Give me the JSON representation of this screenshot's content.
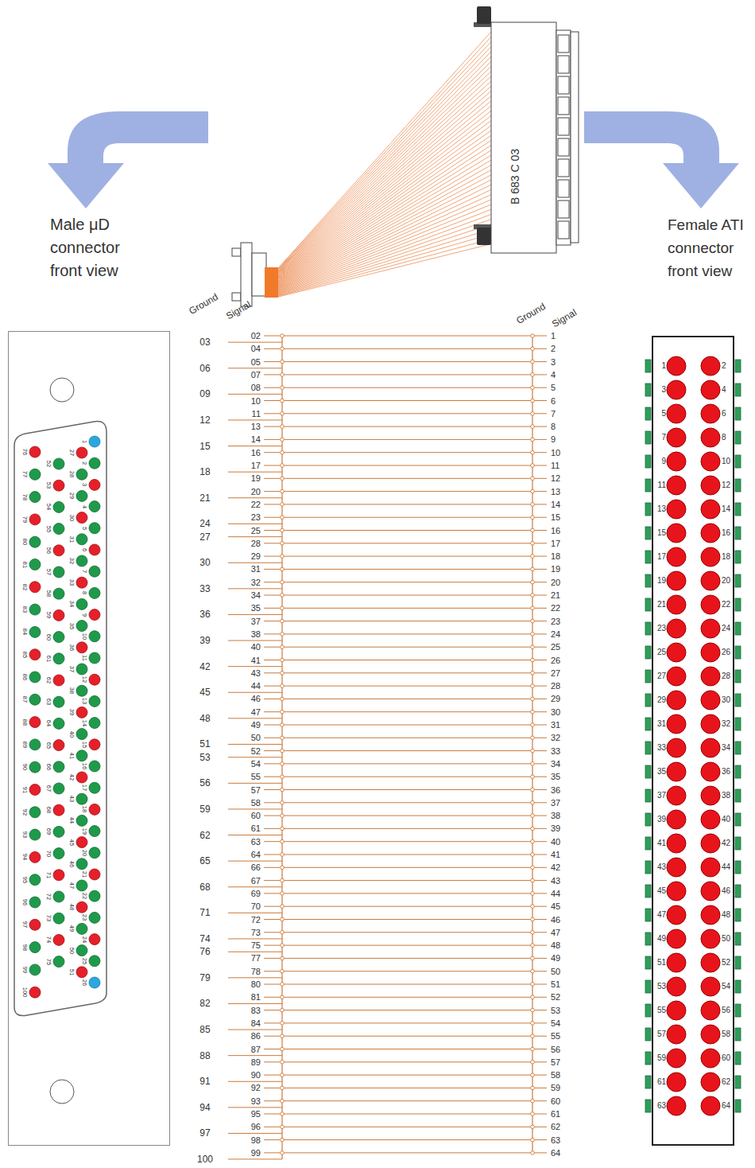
{
  "diagram": {
    "nodes": [
      {
        "text": [
          "1",
          "2",
          "3",
          "4",
          "5",
          "6",
          "7",
          "8",
          "9",
          "10",
          "11",
          "12",
          "13",
          "14",
          "15",
          "16",
          "17",
          "18",
          "19",
          "20",
          "21",
          "22",
          "23",
          "24",
          "25",
          "26",
          "27",
          "28",
          "29",
          "30",
          "31",
          "32",
          "33",
          "34",
          "35",
          "36",
          "37",
          "38",
          "39",
          "40",
          "41",
          "42",
          "43",
          "44",
          "45",
          "46",
          "47",
          "48",
          "49",
          "50",
          "51",
          "52",
          "53",
          "54",
          "55",
          "56",
          "57",
          "58",
          "59",
          "60",
          "61",
          "62",
          "63",
          "64",
          "65",
          "66",
          "67",
          "68",
          "69",
          "70",
          "71",
          "72",
          "73",
          "74",
          "75",
          "76",
          "77",
          "78",
          "79",
          "80",
          "81",
          "82",
          "83",
          "84",
          "85",
          "86",
          "87",
          "88",
          "89",
          "90",
          "91",
          "92",
          "93",
          "94",
          "95",
          "96",
          "97",
          "98",
          "99",
          "100"
        ]
      },
      {
        "text": [
          "1",
          "2",
          "3",
          "4",
          "5",
          "6",
          "7",
          "8",
          "9",
          "10",
          "11",
          "12",
          "13",
          "14",
          "15",
          "16",
          "17",
          "18",
          "19",
          "20",
          "21",
          "22",
          "23",
          "24",
          "25",
          "26",
          "27",
          "28",
          "29",
          "30",
          "31",
          "32",
          "33",
          "34",
          "35",
          "36",
          "37",
          "38",
          "39",
          "40",
          "41",
          "42",
          "43",
          "44",
          "45",
          "46",
          "47",
          "48",
          "49",
          "50",
          "51",
          "52",
          "53",
          "54",
          "55",
          "56",
          "57",
          "58",
          "59",
          "60",
          "61",
          "62",
          "63",
          "64"
        ]
      }
    ],
    "labels": [
      "Male μD connector front view",
      "Female ATI connector front view",
      "Ground",
      "Signal",
      "Ground",
      "Signal",
      "B 683 C 03",
      "03",
      "06",
      "09",
      "12",
      "15",
      "18",
      "21",
      "24",
      "27",
      "30",
      "33",
      "36",
      "39",
      "42",
      "45",
      "48",
      "51",
      "53",
      "56",
      "59",
      "62",
      "65",
      "68",
      "71",
      "74",
      "76",
      "79",
      "82",
      "85",
      "88",
      "91",
      "94",
      "97",
      "100",
      "02",
      "04",
      "05",
      "07",
      "08",
      "10",
      "11",
      "13",
      "14",
      "16",
      "17",
      "19",
      "20",
      "22",
      "23",
      "25",
      "28",
      "29",
      "31",
      "32",
      "34",
      "35",
      "37",
      "38",
      "40",
      "41",
      "43",
      "44",
      "46",
      "47",
      "49",
      "50",
      "52",
      "54",
      "55",
      "57",
      "58",
      "60",
      "61",
      "63",
      "64",
      "66",
      "67",
      "69",
      "70",
      "72",
      "73",
      "75",
      "77",
      "78",
      "80",
      "81",
      "83",
      "84",
      "86",
      "87",
      "89",
      "90",
      "92",
      "93",
      "95",
      "96",
      "98",
      "99",
      "1",
      "2",
      "3",
      "4",
      "5",
      "6",
      "7",
      "8",
      "9",
      "10",
      "11",
      "12",
      "13",
      "14",
      "15",
      "16",
      "17",
      "18",
      "19",
      "20",
      "21",
      "22",
      "23",
      "24",
      "25",
      "26",
      "27",
      "28",
      "29",
      "30",
      "31",
      "32",
      "33",
      "34",
      "35",
      "36",
      "37",
      "38",
      "39",
      "40",
      "41",
      "42",
      "43",
      "44",
      "45",
      "46",
      "47",
      "48",
      "49",
      "50",
      "51",
      "52",
      "53",
      "54",
      "55",
      "56",
      "57",
      "58",
      "59",
      "60",
      "61",
      "62",
      "63",
      "64"
    ]
  }
}
